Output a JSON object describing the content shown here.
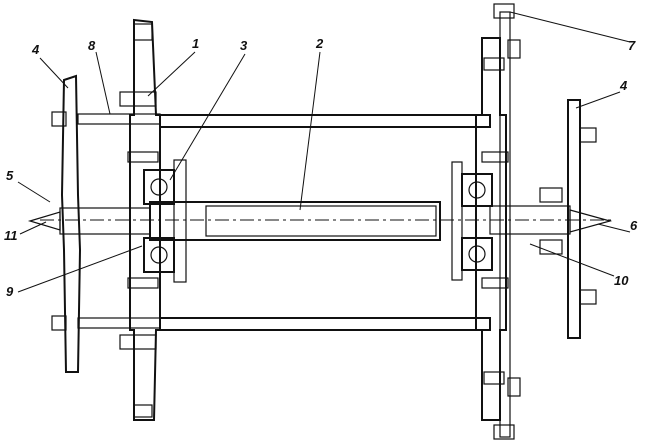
{
  "labels": {
    "l1": "1",
    "l2": "2",
    "l3": "3",
    "l4a": "4",
    "l4b": "4",
    "l5": "5",
    "l6": "6",
    "l7": "7",
    "l8": "8",
    "l9": "9",
    "l10": "10",
    "l11": "11"
  },
  "colors": {
    "ink": "#111111",
    "paper": "#ffffff"
  }
}
